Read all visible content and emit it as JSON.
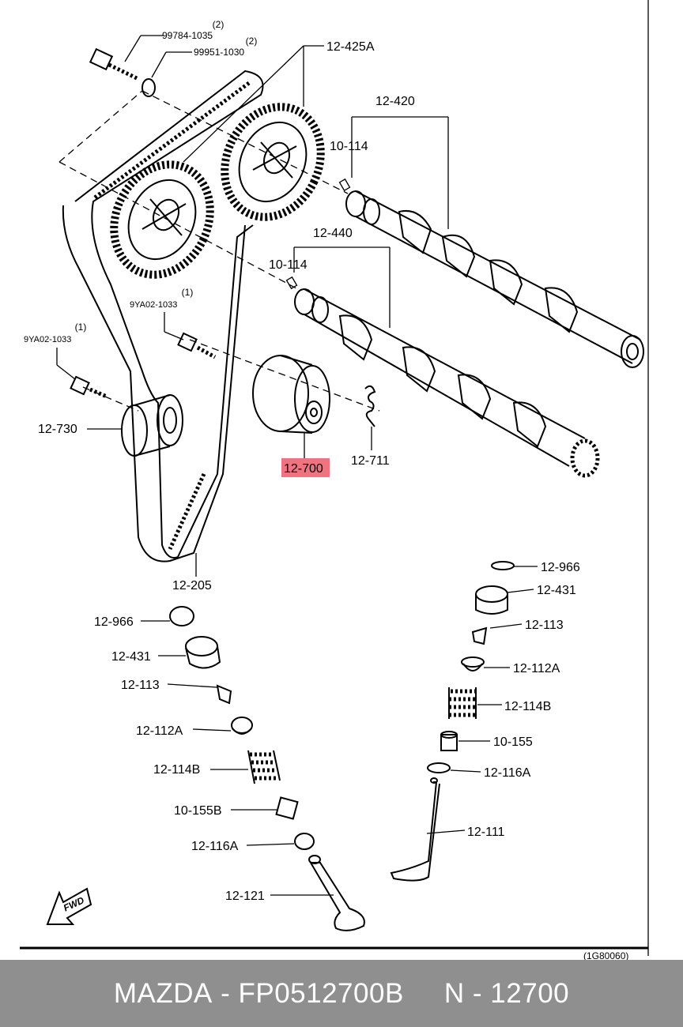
{
  "diagram": {
    "labels": {
      "p99784_qty": "(2)",
      "p99784": "99784-1035",
      "p99951_qty": "(2)",
      "p99951": "99951-1030",
      "p12425a": "12-425A",
      "p12420": "12-420",
      "p10114a": "10-114",
      "p12440": "12-440",
      "p10114b": "10-114",
      "p9ya02a_qty": "(1)",
      "p9ya02a": "9YA02-1033",
      "p9ya02b_qty": "(1)",
      "p9ya02b": "9YA02-1033",
      "p12730": "12-730",
      "p12700": "12-700",
      "p12711": "12-711",
      "p12205": "12-205",
      "p12966r": "12-966",
      "p12431r": "12-431",
      "p12113r": "12-113",
      "p12112ar": "12-112A",
      "p12114br": "12-114B",
      "p10155r": "10-155",
      "p12116ar": "12-116A",
      "p12111": "12-111",
      "p12966l": "12-966",
      "p12431l": "12-431",
      "p12113l": "12-113",
      "p12112al": "12-112A",
      "p12114bl": "12-114B",
      "p10155bl": "10-155B",
      "p12116al": "12-116A",
      "p12121": "12-121",
      "fwd": "FWD",
      "ref_code": "(1G80060)"
    },
    "highlight_color": "#f07480"
  },
  "footer": {
    "brand": "MAZDA",
    "part_number": "FP0512700B",
    "ref": "N - 12700"
  }
}
